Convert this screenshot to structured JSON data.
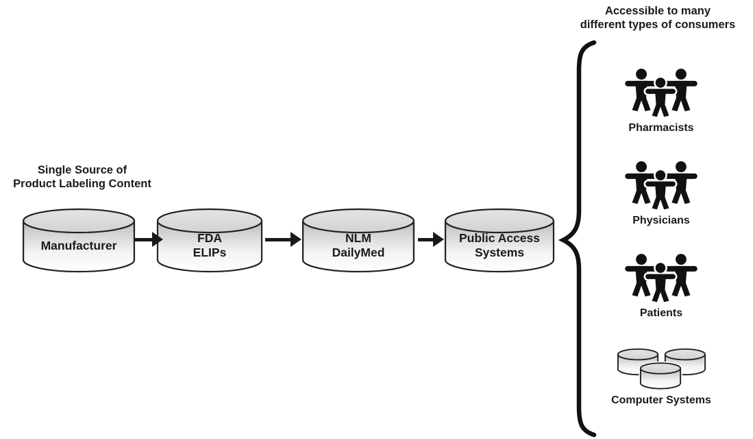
{
  "diagram": {
    "source_annotation": "Single Source of\nProduct Labeling Content",
    "consumers_annotation": "Accessible to many\ndifferent types of consumers",
    "flow_nodes": [
      {
        "label": "Manufacturer",
        "icon": "database-cylinder-icon"
      },
      {
        "label": "FDA\nELIPs",
        "icon": "database-cylinder-icon"
      },
      {
        "label": "NLM\nDailyMed",
        "icon": "database-cylinder-icon"
      },
      {
        "label": "Public Access\nSystems",
        "icon": "database-cylinder-icon"
      }
    ],
    "connectors": [
      "arrow-right-icon",
      "arrow-right-icon",
      "arrow-right-icon"
    ],
    "grouping": "curly-brace-icon",
    "consumers": [
      {
        "label": "Pharmacists",
        "icon": "people-group-icon"
      },
      {
        "label": "Physicians",
        "icon": "people-group-icon"
      },
      {
        "label": "Patients",
        "icon": "people-group-icon"
      },
      {
        "label": "Computer Systems",
        "icon": "database-stack-icon"
      }
    ],
    "colors": {
      "ink": "#1a1a1a",
      "cylinder_top": "#d7d7d7",
      "cylinder_body_dark": "#bfbfbf",
      "cylinder_body_light": "#fdfdfd",
      "background": "#ffffff"
    }
  }
}
